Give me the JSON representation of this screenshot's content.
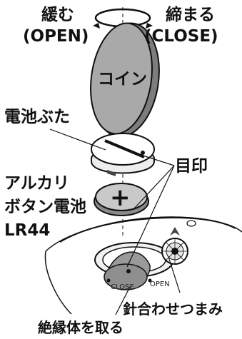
{
  "loosen": {
    "label": "緩む",
    "sub": "(OPEN)"
  },
  "tighten": {
    "label": "締まる",
    "sub": "(CLOSE)"
  },
  "coin_label": "コイン",
  "battery_cover_label": "電池ぶた",
  "mark_label": "目印",
  "battery_label": {
    "line1": "アルカリ",
    "line2": "ボタン電池",
    "line3": "LR44"
  },
  "plus_sign": "+",
  "close_mark": "CLOSE",
  "open_mark": "OPEN",
  "needle_knob_label": "針合わせつまみ",
  "insulator_label": "絶縁体を取る"
}
